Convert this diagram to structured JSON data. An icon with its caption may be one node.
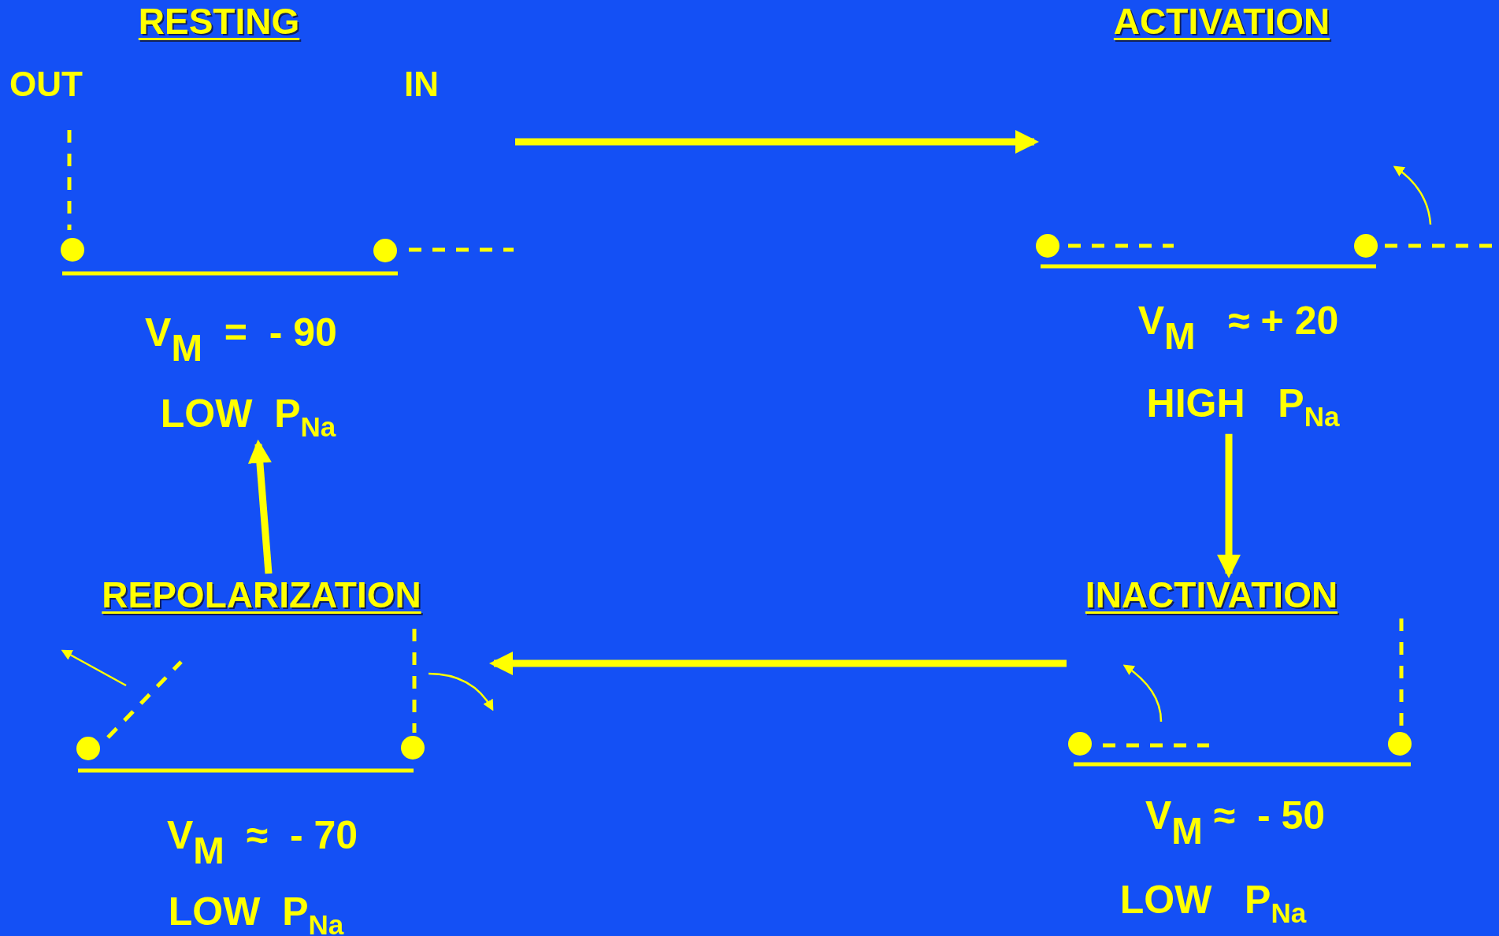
{
  "diagram": {
    "nodes": [
      {
        "text": [
          "RESTING",
          "V$_{M}$  =  - 90",
          "LOW  P$_{Na}$"
        ]
      },
      {
        "text": [
          "ACTIVATION",
          "V$_{M}$   ≈ + 20",
          "HIGH   P$_{Na}$"
        ]
      },
      {
        "text": [
          "INACTIVATION",
          "V$_{M}$ ≈  - 50",
          "LOW   P$_{Na}$"
        ]
      },
      {
        "text": [
          "REPOLARIZATION",
          "V$_{M}$  ≈  - 70",
          "LOW  P$_{Na}$"
        ]
      }
    ],
    "edges": [
      {
        "from": 0,
        "to": 1,
        "arrow": "to"
      },
      {
        "from": 1,
        "to": 2,
        "arrow": "to"
      },
      {
        "from": 2,
        "to": 3,
        "arrow": "to"
      },
      {
        "from": 3,
        "to": 0,
        "arrow": "to"
      }
    ],
    "labels": [
      "OUT",
      "IN"
    ]
  }
}
